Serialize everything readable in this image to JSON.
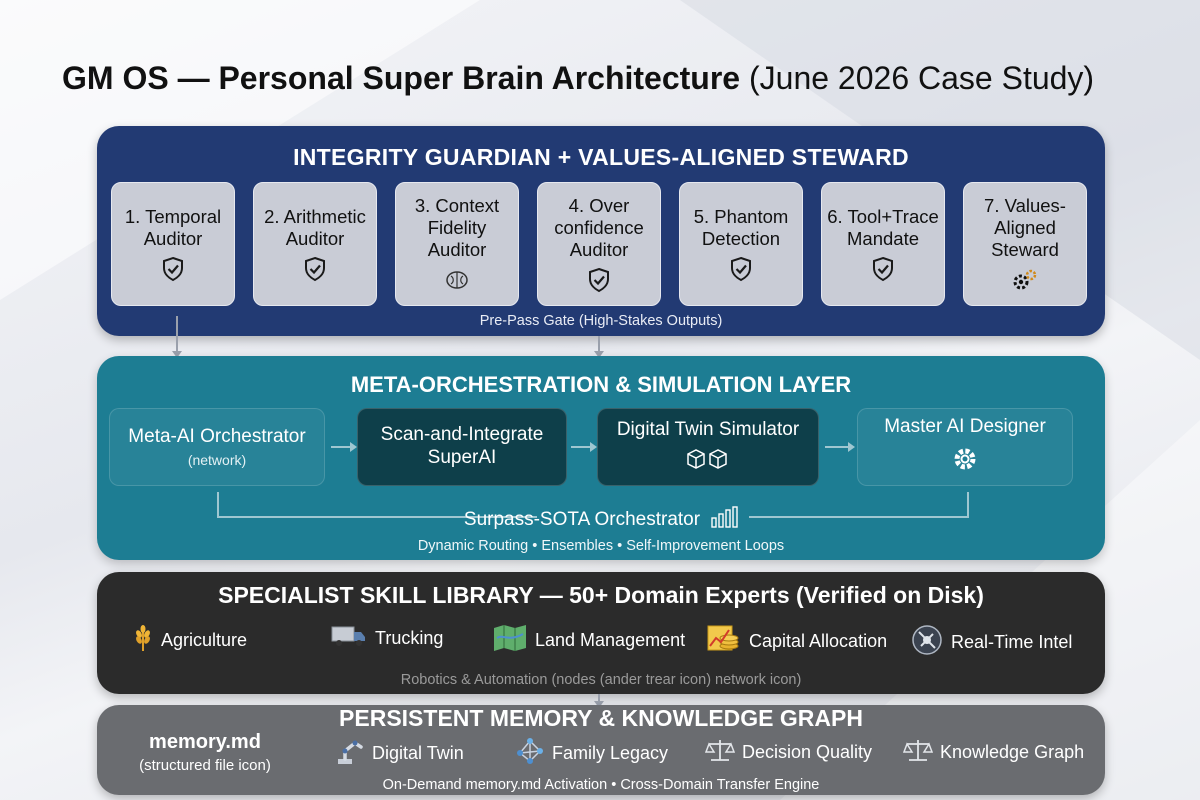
{
  "title": {
    "bold": "GM OS — Personal Super Brain Architecture",
    "light": " (June 2026 Case Study)"
  },
  "integrity": {
    "title": "INTEGRITY GUARDIAN + VALUES-ALIGNED STEWARD",
    "auditors": [
      {
        "label": "1. Temporal Auditor",
        "icon": "shield-check-icon"
      },
      {
        "label": "2. Arithmetic Auditor",
        "icon": "shield-check-icon"
      },
      {
        "label": "3. Context Fidelity Auditor",
        "icon": "brain-icon"
      },
      {
        "label": "4. Over confidence Auditor",
        "icon": "shield-check-icon"
      },
      {
        "label": "5. Phantom Detection",
        "icon": "shield-check-icon"
      },
      {
        "label": "6. Tool+Trace Mandate",
        "icon": "shield-check-icon"
      },
      {
        "label": "7. Values-Aligned Steward",
        "icon": "gears-icon"
      }
    ],
    "footer": "Pre-Pass Gate (High-Stakes Outputs)"
  },
  "meta": {
    "title": "META-ORCHESTRATION & SIMULATION LAYER",
    "nodes": [
      {
        "label": "Meta-AI Orchestrator",
        "sub": "(network)"
      },
      {
        "label": "Scan-and-Integrate SuperAI",
        "sub": ""
      },
      {
        "label": "Digital Twin Simulator",
        "sub": "",
        "icon": "cubes-icon"
      },
      {
        "label": "Master AI Designer",
        "sub": "",
        "icon": "gear-icon"
      }
    ],
    "surpass": "Surpass-SOTA Orchestrator",
    "footer": "Dynamic Routing • Ensembles • Self-Improvement Loops"
  },
  "skills": {
    "title": "SPECIALIST SKILL LIBRARY — 50+ Domain Experts (Verified on Disk)",
    "items": [
      {
        "label": "Agriculture",
        "icon": "wheat-icon"
      },
      {
        "label": "Trucking",
        "icon": "truck-icon"
      },
      {
        "label": "Land Management",
        "icon": "map-icon"
      },
      {
        "label": "Capital Allocation",
        "icon": "coins-chart-icon"
      },
      {
        "label": "Real-Time Intel",
        "icon": "satellite-icon"
      }
    ],
    "footer": "Robotics & Automation (nodes (ander trear icon) network icon)"
  },
  "memory": {
    "title": "PERSISTENT MEMORY & KNOWLEDGE GRAPH",
    "file_name": "memory.md",
    "file_sub": "(structured file icon)",
    "items": [
      {
        "label": "Digital Twin",
        "icon": "robot-arm-icon"
      },
      {
        "label": "Family Legacy",
        "icon": "network-icon"
      },
      {
        "label": "Decision Quality",
        "icon": "scales-icon"
      },
      {
        "label": "Knowledge Graph",
        "icon": "scales-icon"
      }
    ],
    "footer": "On-Demand memory.md Activation • Cross-Domain Transfer Engine"
  },
  "colors": {
    "integrity_band": "#223a73",
    "meta_band": "#1d7d93",
    "skills_band": "#2b2b2b",
    "memory_band": "#6a6c70"
  }
}
